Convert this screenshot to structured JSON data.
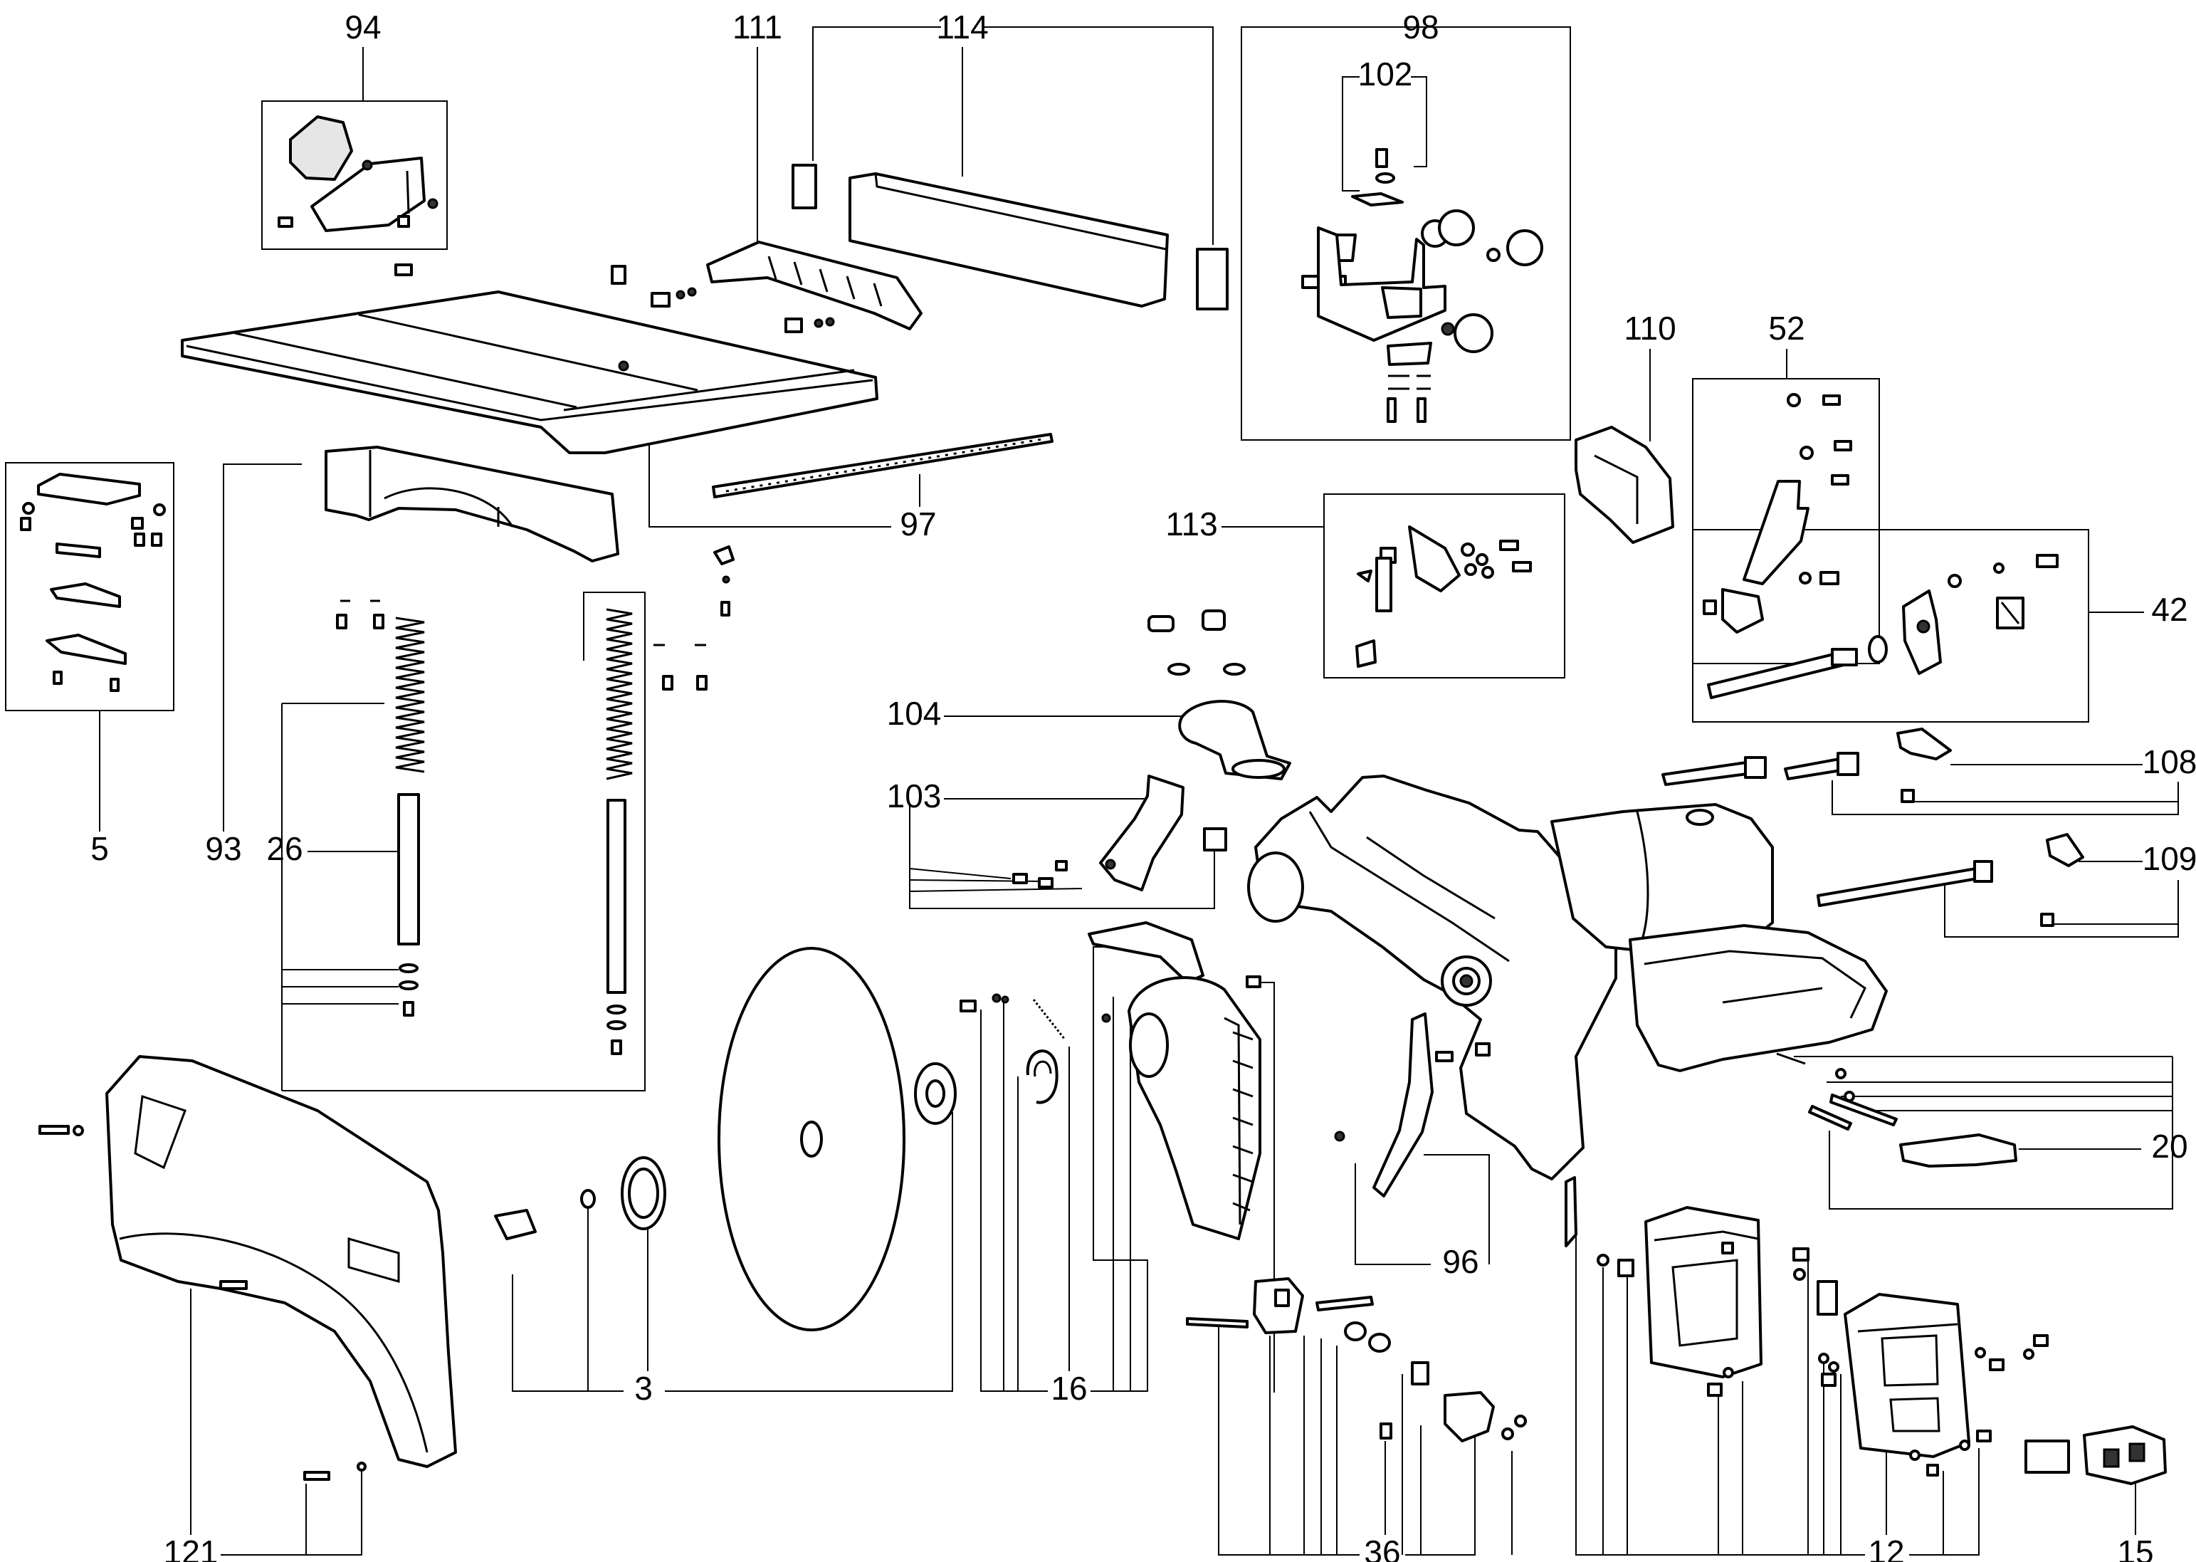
{
  "callouts": {
    "c94": "94",
    "c111": "111",
    "c114": "114",
    "c98": "98",
    "c102": "102",
    "c110": "110",
    "c52": "52",
    "c113": "113",
    "c42": "42",
    "c104": "104",
    "c103": "103",
    "c108": "108",
    "c109": "109",
    "c97": "97",
    "c5": "5",
    "c93": "93",
    "c26": "26",
    "c20": "20",
    "c96": "96",
    "c3": "3",
    "c16": "16",
    "c121": "121",
    "c36": "36",
    "c12": "12",
    "c15": "15"
  }
}
